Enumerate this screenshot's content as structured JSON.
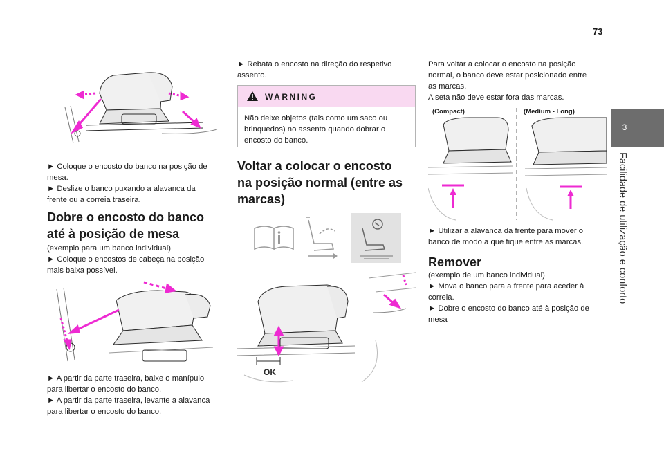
{
  "page": {
    "number": "73"
  },
  "chapter": {
    "number": "3",
    "title": "Facilidade de utilização e conforto"
  },
  "col1": {
    "para1_lines": [
      "► Coloque o encosto do banco na posição de",
      "mesa.",
      "► Deslize o banco puxando a alavanca da",
      "frente ou a correia traseira."
    ],
    "heading_lines": [
      "Dobre o encosto do banco",
      "até à posição de mesa"
    ],
    "para2_lines": [
      "(exemplo para um banco individual)",
      "► Coloque o encostos de cabeça na posição",
      "mais baixa possível."
    ],
    "para3_lines": [
      "► A partir da parte traseira, baixe o manípulo",
      "para libertar o encosto do banco.",
      "► A partir da parte traseira, levante a alavanca",
      "para libertar o encosto do banco."
    ]
  },
  "col2": {
    "para1_lines": [
      "► Rebata o encosto na direção do respetivo",
      "assento."
    ],
    "warning": {
      "label": "WARNING",
      "lines": [
        "Não deixe objetos (tais como um saco ou",
        "brinquedos) no assento quando dobrar o",
        "encosto do banco."
      ]
    },
    "heading_lines": [
      "Voltar a colocar o encosto",
      "na posição normal (entre as",
      "marcas)"
    ],
    "figure_label": "OK"
  },
  "col3": {
    "para1_lines": [
      "Para voltar a colocar o encosto na posição",
      "normal, o banco deve estar posicionado entre",
      "as marcas.",
      "A seta não deve estar fora das marcas."
    ],
    "figure_labels": [
      "(Compact)",
      "(Medium - Long)"
    ],
    "para2_lines": [
      "► Utilizar a alavanca da frente para mover o",
      "banco de modo a que fique entre as marcas."
    ],
    "heading": "Remover",
    "para3_lines": [
      "(exemplo de um banco individual)",
      "► Mova o banco para a frente para aceder à",
      "correia.",
      "► Dobre o encosto do banco até à posição de",
      "mesa"
    ]
  },
  "colors": {
    "accent_magenta": "#ee2ad2",
    "tab_grey": "#6d6d6d",
    "warning_bg": "#f9d9f1"
  },
  "icons": [
    "info-book-icon",
    "seat-adjust-icon",
    "seat-check-icon",
    "warning-triangle-icon"
  ]
}
